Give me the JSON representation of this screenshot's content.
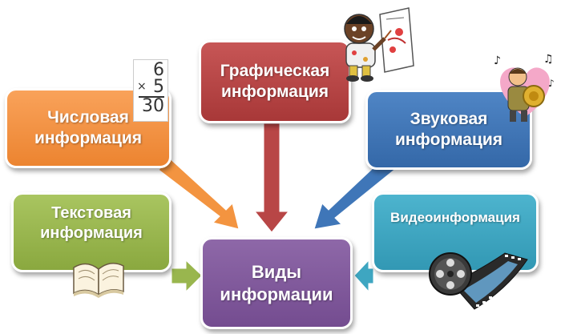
{
  "diagram": {
    "center": {
      "line1": "Виды",
      "line2": "информации"
    },
    "nodes": [
      {
        "id": "graphic",
        "line1": "Графическая",
        "line2": "информация",
        "color": "#b84646"
      },
      {
        "id": "numeric",
        "line1": "Числовая",
        "line2": "информация",
        "color": "#f39440"
      },
      {
        "id": "audio",
        "line1": "Звуковая",
        "line2": "информация",
        "color": "#3f76b8"
      },
      {
        "id": "text",
        "line1": "Текстовая",
        "line2": "информация",
        "color": "#99b64e"
      },
      {
        "id": "video",
        "line1": "Видеоинформация",
        "color": "#3ea6c1"
      }
    ],
    "numeric_icon": {
      "top": "6",
      "operator": "×",
      "middle": "5",
      "result": "30"
    },
    "icons": [
      "painter-child-icon",
      "calculator-icon",
      "musician-icon",
      "open-book-icon",
      "film-reel-icon"
    ]
  }
}
